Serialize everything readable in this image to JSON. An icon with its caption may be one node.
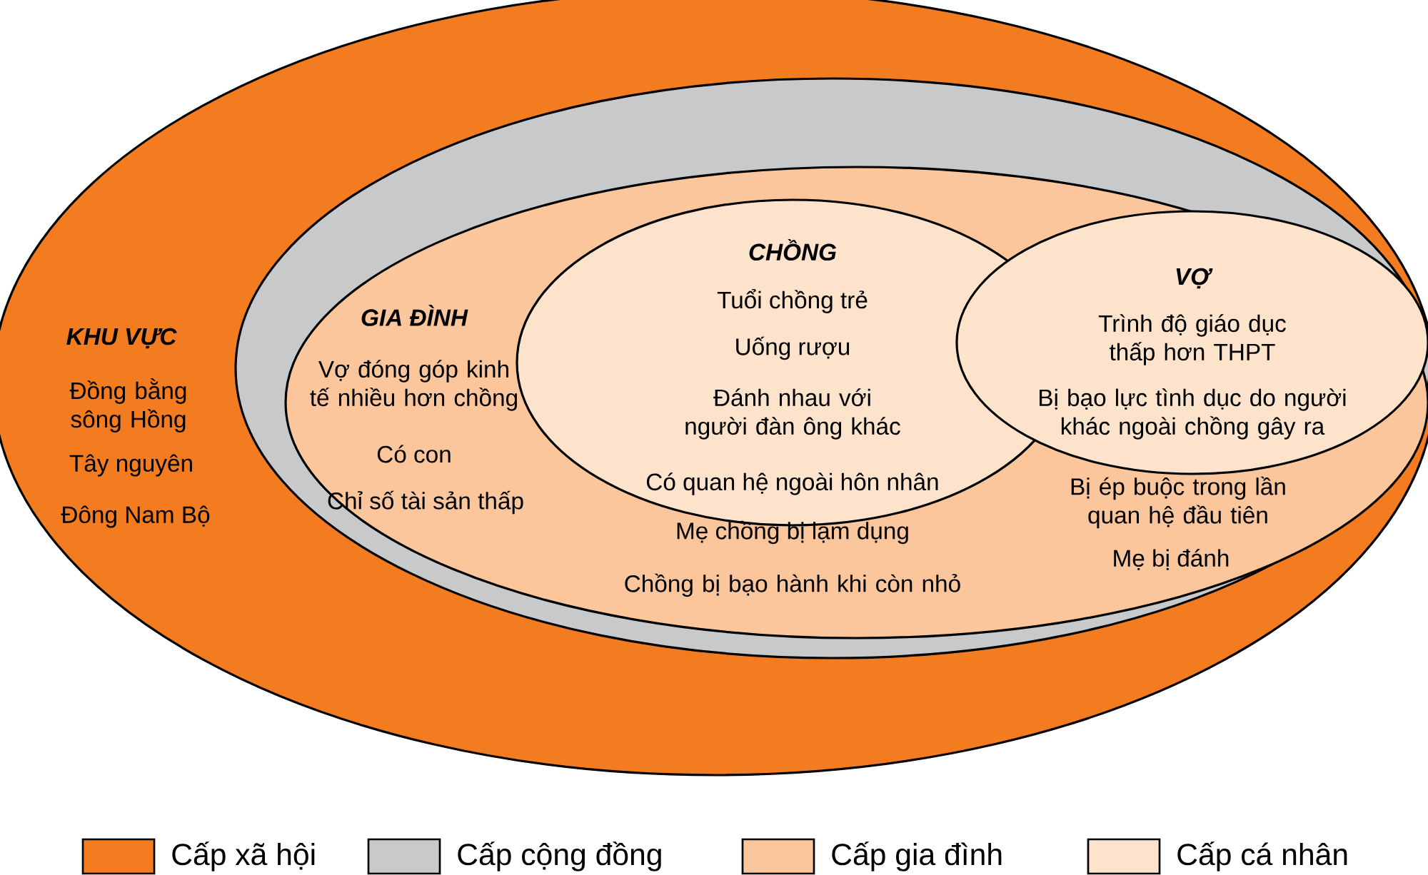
{
  "diagram": {
    "nodes": [
      {
        "text": [
          "KHU VỰC",
          "Đồng bằng sông Hồng",
          "Tây nguyên",
          "Đông Nam Bộ"
        ]
      },
      {
        "text": [],
        "shape": "ellipse",
        "in": 0
      },
      {
        "text": [
          "GIA ĐÌNH",
          "Vợ đóng góp kinh tế nhiều hơn chồng",
          "Có con",
          "Chỉ số tài sản thấp"
        ],
        "in": 1
      },
      {
        "text": [
          "CHỒNG",
          "Tuổi chồng trẻ",
          "Uống rượu",
          "Đánh nhau với người đàn ông khác",
          "Có quan hệ ngoài hôn nhân"
        ],
        "beside": [
          "Mẹ chồng bị lạm dụng",
          "Chồng bị bạo hành khi còn nhỏ"
        ],
        "in": 2
      },
      {
        "text": [
          "VỢ",
          "Trình độ giáo dục thấp hơn THPT",
          "Bị bạo lực tình dục do người khác ngoài chồng gây ra"
        ],
        "beside": [
          "Bị ép buộc trong lần quan hệ đầu tiên",
          "Mẹ bị đánh"
        ],
        "in": 2
      }
    ],
    "legend": [
      {
        "text": "Cấp xã hội",
        "color": "#f47c20"
      },
      {
        "text": "Cấp cộng đồng",
        "color": "#c8c9cb"
      },
      {
        "text": "Cấp gia đình",
        "color": "#fbc69b"
      },
      {
        "text": "Cấp cá nhân",
        "color": "#fde3cc"
      }
    ]
  }
}
